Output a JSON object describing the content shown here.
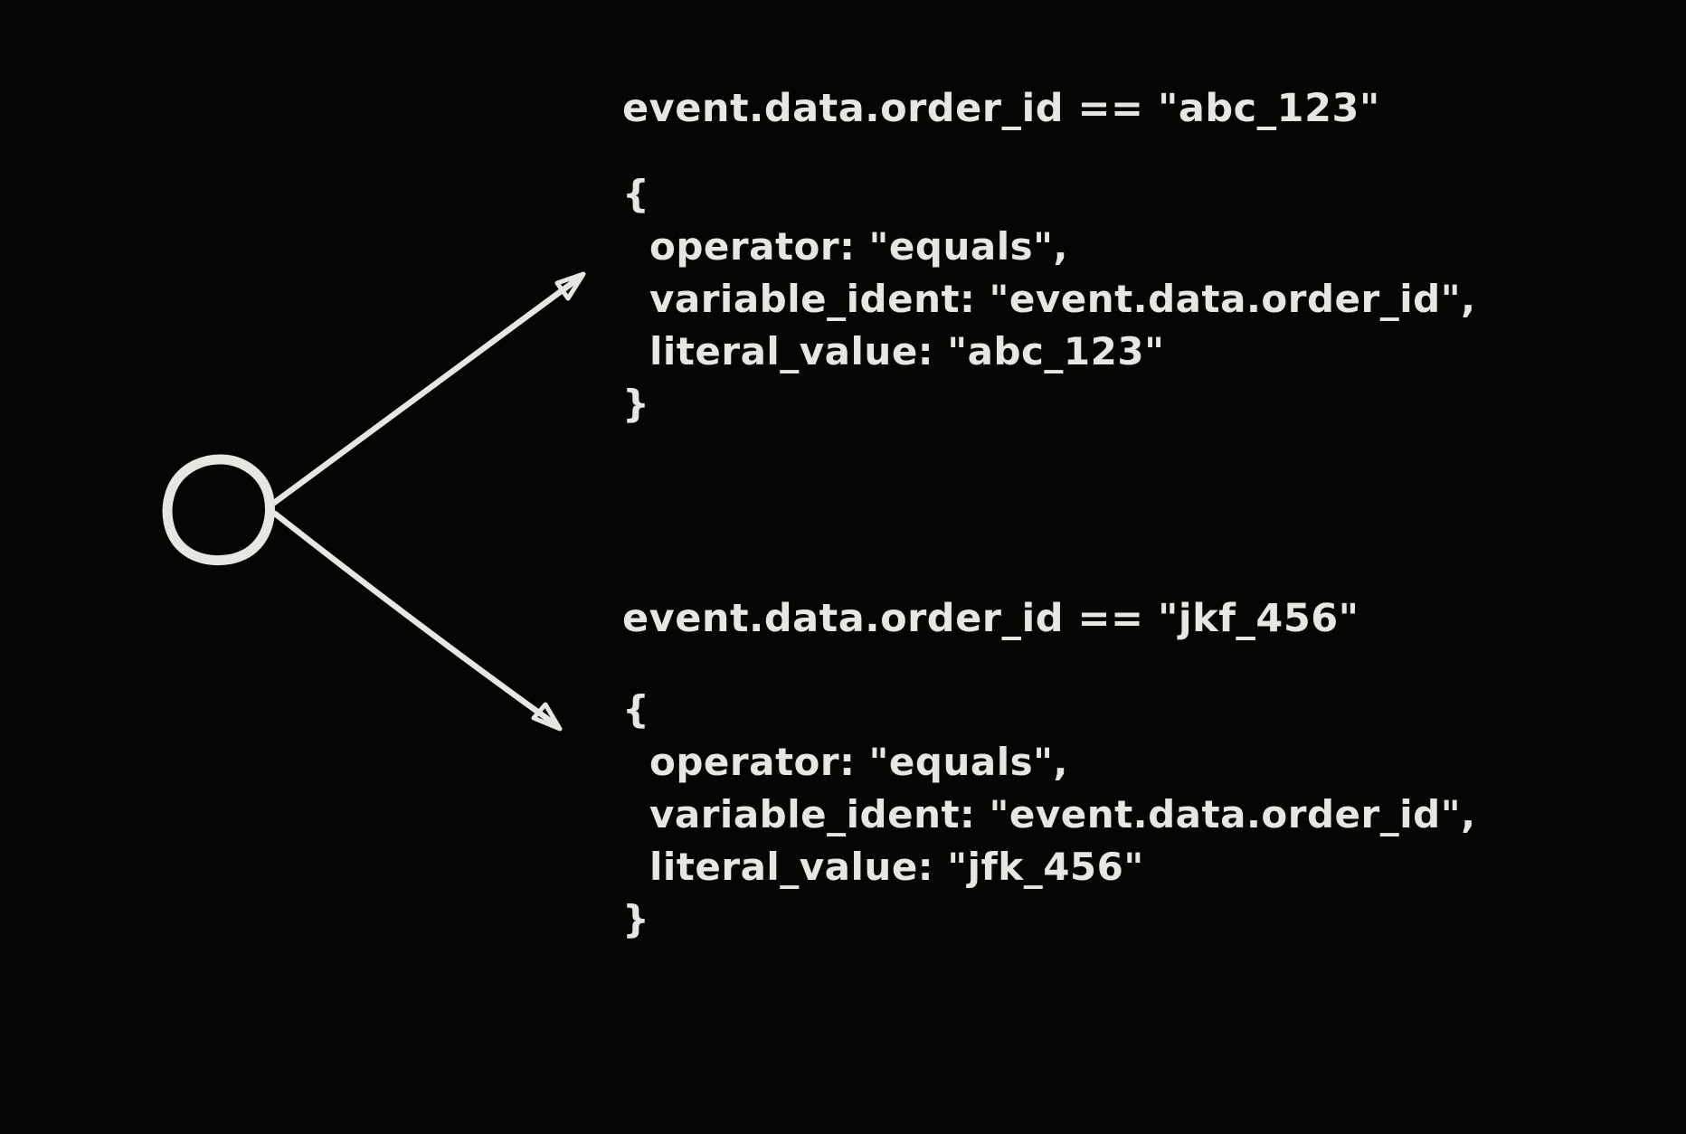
{
  "canvas": {
    "background": "#060504",
    "ink": "#e8e6e2"
  },
  "diagram": {
    "node": {
      "shape": "circle",
      "label": ""
    },
    "branches": [
      {
        "title": "event.data.order_id == \"abc_123\"",
        "code": {
          "open": "{",
          "lines": [
            "operator: \"equals\",",
            "variable_ident: \"event.data.order_id\",",
            "literal_value: \"abc_123\""
          ],
          "close": "}"
        }
      },
      {
        "title": "event.data.order_id == \"jkf_456\"",
        "code": {
          "open": "{",
          "lines": [
            "operator: \"equals\",",
            "variable_ident: \"event.data.order_id\",",
            "literal_value: \"jfk_456\""
          ],
          "close": "}"
        }
      }
    ]
  }
}
